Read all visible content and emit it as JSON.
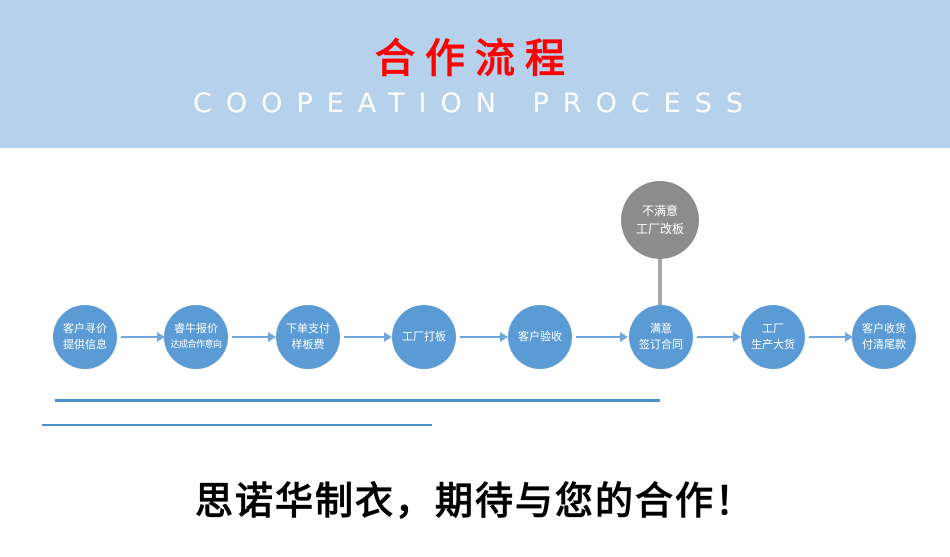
{
  "banner": {
    "title": "合作流程",
    "subtitle": "COOPEATION  PROCESS",
    "bg_color": "#b5d1ec",
    "title_color": "#ff0000"
  },
  "flow": {
    "circle_color": "#5b9bd5",
    "branch_color": "#8c8c8c",
    "steps": [
      {
        "line1": "客户寻价",
        "line2": "提供信息"
      },
      {
        "line1": "睿牛报价",
        "line2": "达成合作意向"
      },
      {
        "line1": "下单支付",
        "line2": "样板费"
      },
      {
        "line1": "工厂打板",
        "line2": ""
      },
      {
        "line1": "客户验收",
        "line2": ""
      },
      {
        "line1": "满意",
        "line2": "签订合同"
      },
      {
        "line1": "工厂",
        "line2": "生产大货"
      },
      {
        "line1": "客户收货",
        "line2": "付清尾款"
      }
    ],
    "branch": {
      "line1": "不满意",
      "line2": "工厂改板"
    }
  },
  "footer": {
    "slogan": "思诺华制衣，期待与您的合作！"
  }
}
